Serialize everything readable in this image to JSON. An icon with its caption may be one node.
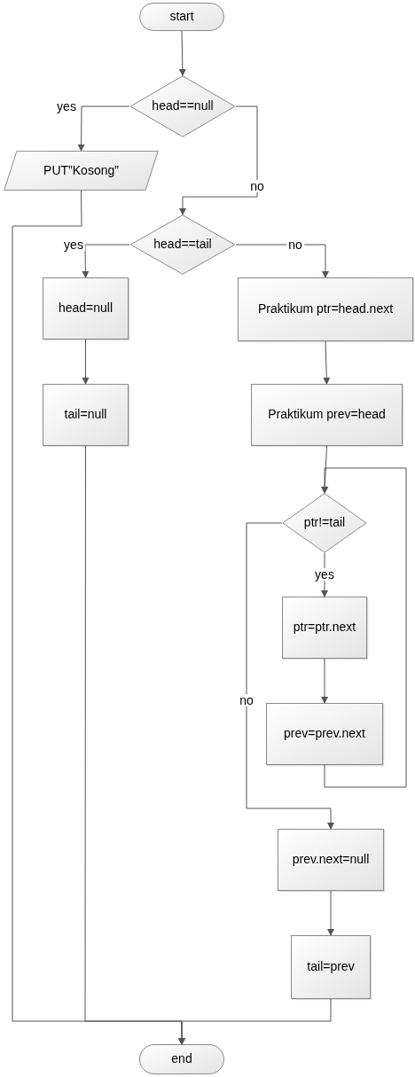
{
  "diagram": {
    "nodes": [
      {
        "text": [
          "start"
        ]
      },
      {
        "text": [
          "head==null"
        ]
      },
      {
        "text": [
          "PUT”Kosong”"
        ]
      },
      {
        "text": [
          "head==tail"
        ]
      },
      {
        "text": [
          "head=null"
        ]
      },
      {
        "text": [
          "tail=null"
        ]
      },
      {
        "text": [
          "Praktikum ptr=head.next"
        ]
      },
      {
        "text": [
          "Praktikum prev=head"
        ]
      },
      {
        "text": [
          "ptr!=tail"
        ]
      },
      {
        "text": [
          "ptr=ptr.next"
        ]
      },
      {
        "text": [
          "prev=prev.next"
        ]
      },
      {
        "text": [
          "prev.next=null"
        ]
      },
      {
        "text": [
          "tail=prev"
        ]
      },
      {
        "text": [
          "end"
        ]
      }
    ],
    "edges": [
      {
        "from": 0,
        "to": 1,
        "arrow": "to"
      },
      {
        "from": 1,
        "to": 2,
        "arrow": "to",
        "label": "yes"
      },
      {
        "from": 1,
        "to": 3,
        "arrow": "to",
        "label": "no"
      },
      {
        "from": 2,
        "to": 13,
        "arrow": "to"
      },
      {
        "from": 3,
        "to": 4,
        "arrow": "to",
        "label": "yes"
      },
      {
        "from": 3,
        "to": 6,
        "arrow": "to",
        "label": "no"
      },
      {
        "from": 4,
        "to": 5,
        "arrow": "to"
      },
      {
        "from": 5,
        "to": 13,
        "arrow": "to"
      },
      {
        "from": 6,
        "to": 7,
        "arrow": "to"
      },
      {
        "from": 7,
        "to": 8,
        "arrow": "to"
      },
      {
        "from": 8,
        "to": 9,
        "arrow": "to",
        "label": "yes"
      },
      {
        "from": 9,
        "to": 10,
        "arrow": "to"
      },
      {
        "from": 10,
        "to": 8,
        "arrow": "to"
      },
      {
        "from": 8,
        "to": 11,
        "arrow": "to",
        "label": "no"
      },
      {
        "from": 11,
        "to": 12,
        "arrow": "to"
      },
      {
        "from": 12,
        "to": 13,
        "arrow": "to"
      }
    ]
  }
}
